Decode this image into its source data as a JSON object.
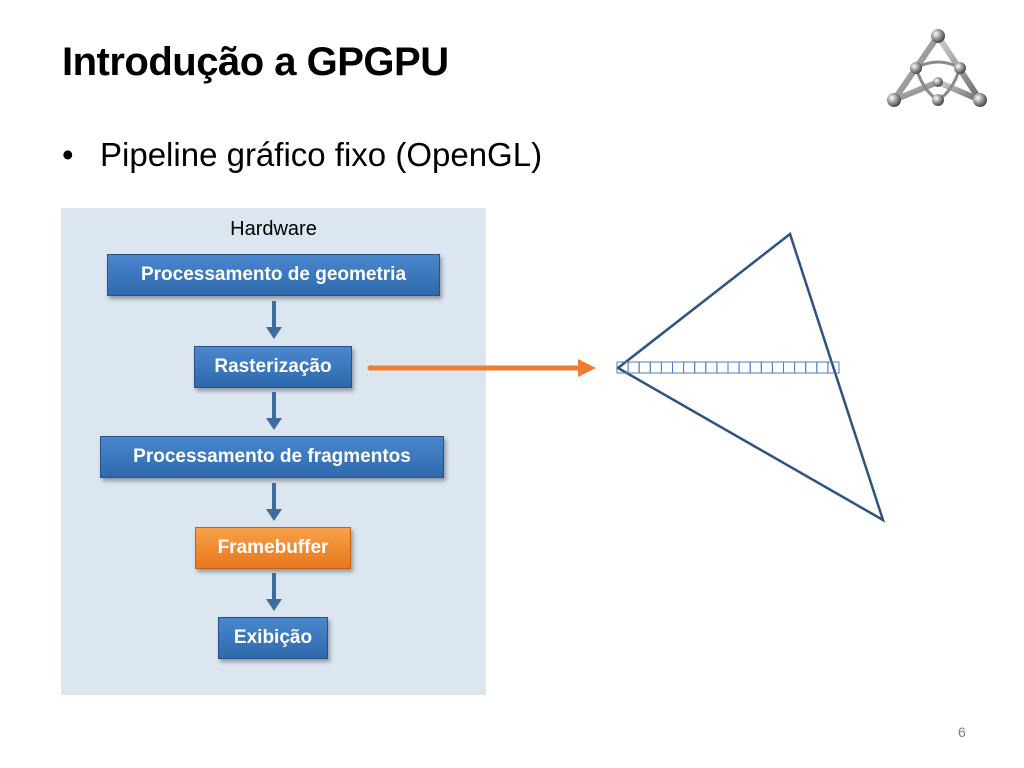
{
  "slide": {
    "title": "Introdução a GPGPU",
    "bullet": "Pipeline gráfico fixo (OpenGL)",
    "bullet_marker": "•",
    "page_number": "6"
  },
  "pipeline": {
    "group_label": "Hardware",
    "stages": [
      {
        "label": "Processamento de geometria",
        "color": "#3b78c0"
      },
      {
        "label": "Rasterização",
        "color": "#3b78c0"
      },
      {
        "label": "Processamento de fragmentos",
        "color": "#3b78c0"
      },
      {
        "label": "Framebuffer",
        "color": "#ef8a2e"
      },
      {
        "label": "Exibição",
        "color": "#3b78c0"
      }
    ]
  },
  "colors": {
    "panel_background": "#dce6f1",
    "stage_blue": "#3b78c0",
    "stage_orange": "#ef8a2e",
    "flow_arrow": "#3f6b9f",
    "raster_arrow": "#ed7d31",
    "triangle_stroke": "#2e5380",
    "scanline_stroke": "#4f7fbf"
  },
  "icons": {
    "logo": "tetrahedron-molecule-logo"
  }
}
